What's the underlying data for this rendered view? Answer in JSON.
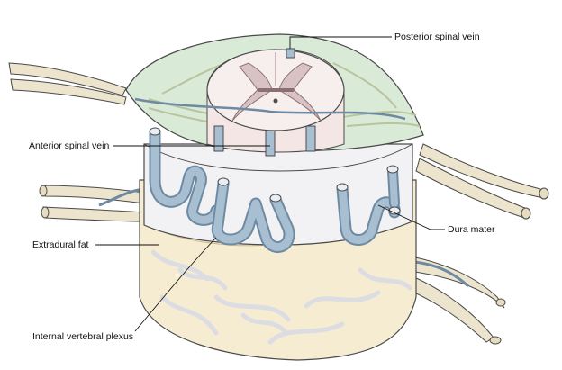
{
  "labels": {
    "posterior_spinal_vein": "Posterior spinal vein",
    "anterior_spinal_vein": "Anterior spinal vein",
    "dura_mater": "Dura mater",
    "extradural_fat": "Extradural fat",
    "internal_vertebral_plexus": "Internal vertebral plexus"
  },
  "colors": {
    "nerve": "#ece4cc",
    "vein": "#a8bfd2",
    "vein_dark": "#6e8aa3",
    "fat": "#f6ecd2",
    "dura": "#f2f2f4",
    "arachnoid": "#d9ead7",
    "white_matter": "#f7efee",
    "grey_matter": "#d9c2c4",
    "outline": "#4a4a4a"
  }
}
